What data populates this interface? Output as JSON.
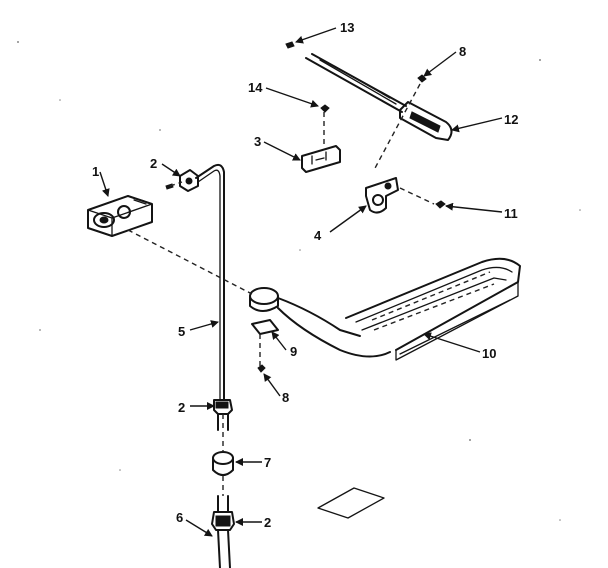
{
  "labels": {
    "p1": "1",
    "p2a": "2",
    "p2b": "2",
    "p2c": "2",
    "p3": "3",
    "p4": "4",
    "p5": "5",
    "p6": "6",
    "p7": "7",
    "p8a": "8",
    "p8b": "8",
    "p9": "9",
    "p10": "10",
    "p11": "11",
    "p12": "12",
    "p13": "13",
    "p14": "14"
  }
}
